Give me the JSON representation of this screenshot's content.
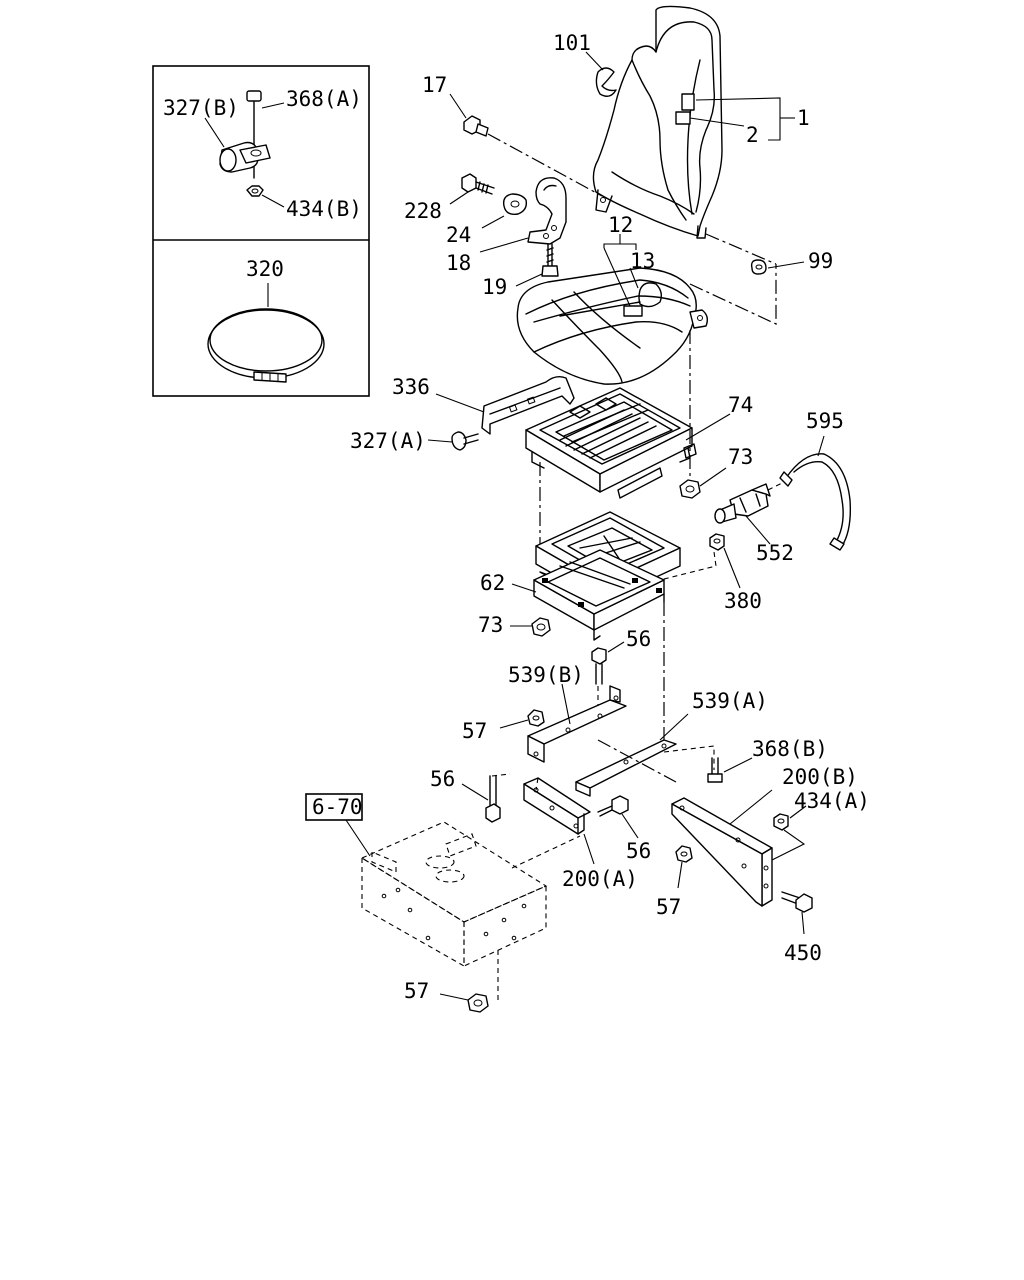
{
  "labels": {
    "p101": "101",
    "p17": "17",
    "p1": "1",
    "p2": "2",
    "p327b": "327(B)",
    "p368a": "368(A)",
    "p434b": "434(B)",
    "p320": "320",
    "p228": "228",
    "p24": "24",
    "p18": "18",
    "p19": "19",
    "p12": "12",
    "p13": "13",
    "p99": "99",
    "p336": "336",
    "p327a": "327(A)",
    "p74": "74",
    "p595": "595",
    "p73a": "73",
    "p552": "552",
    "p62": "62",
    "p380": "380",
    "p73b": "73",
    "p56a": "56",
    "p539b": "539(B)",
    "p539a": "539(A)",
    "p57a": "57",
    "p368b": "368(B)",
    "p56b": "56",
    "p200b": "200(B)",
    "p670": "6-70",
    "p434a": "434(A)",
    "p56c": "56",
    "p200a": "200(A)",
    "p57b": "57",
    "p450": "450",
    "p57c": "57"
  }
}
